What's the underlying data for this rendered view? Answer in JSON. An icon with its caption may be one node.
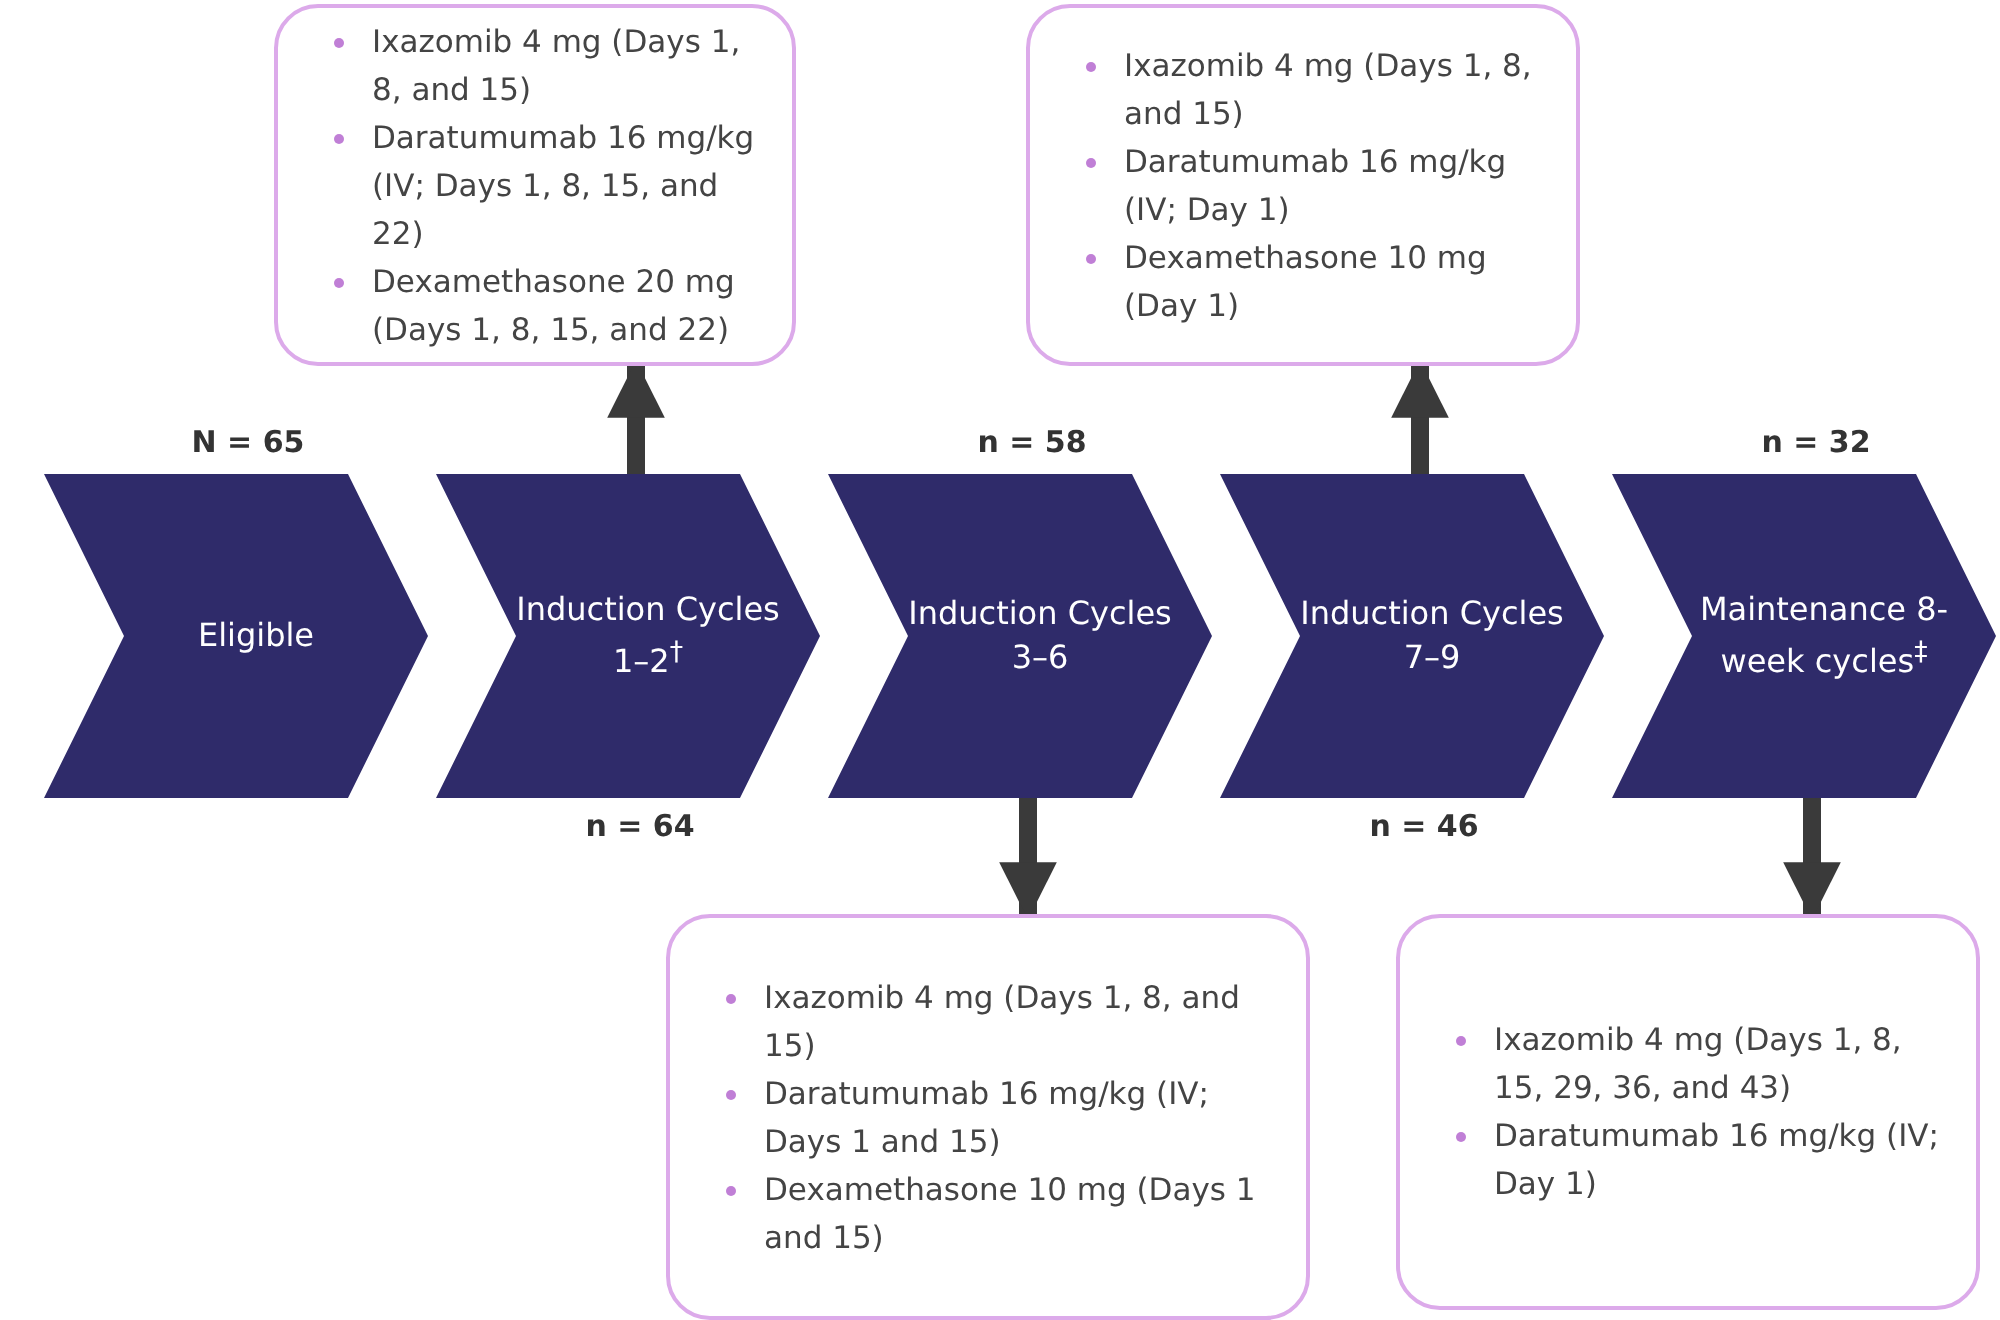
{
  "diagram": {
    "nodes": [
      {
        "text": [
          "Eligible"
        ],
        "beside": [
          "N = 65"
        ]
      },
      {
        "text": [
          "Induction Cycles 1–2$^{†}$"
        ],
        "beside": [
          "n = 64"
        ]
      },
      {
        "text": [
          "Induction Cycles 3–6"
        ],
        "beside": [
          "n = 58"
        ]
      },
      {
        "text": [
          "Induction Cycles 7–9"
        ],
        "beside": [
          "n = 46"
        ]
      },
      {
        "text": [
          "Maintenance 8-week cycles$^{‡}$"
        ],
        "beside": [
          "n = 32"
        ]
      },
      {
        "text": [
          "Ixazomib 4 mg (Days 1, 8, and 15)",
          "Daratumumab 16 mg/kg (IV; Days 1, 8, 15, and 22)",
          "Dexamethasone 20 mg (Days 1, 8, 15, and 22)"
        ]
      },
      {
        "text": [
          "Ixazomib 4 mg (Days 1, 8, and 15)",
          "Daratumumab 16 mg/kg (IV; Days 1 and 15)",
          "Dexamethasone 10 mg (Days 1 and 15)"
        ]
      },
      {
        "text": [
          "Ixazomib 4 mg (Days 1, 8, and 15)",
          "Daratumumab 16 mg/kg (IV; Day 1)",
          "Dexamethasone 10 mg (Day 1)"
        ]
      },
      {
        "text": [
          "Ixazomib 4 mg (Days 1, 8, 15, 29, 36, and 43)",
          "Daratumumab 16 mg/kg (IV; Day 1)"
        ]
      }
    ],
    "edges": [
      {
        "from": 1,
        "to": 5,
        "arrow": "to"
      },
      {
        "from": 2,
        "to": 6,
        "arrow": "to"
      },
      {
        "from": 3,
        "to": 7,
        "arrow": "to"
      },
      {
        "from": 4,
        "to": 8,
        "arrow": "to"
      }
    ]
  }
}
